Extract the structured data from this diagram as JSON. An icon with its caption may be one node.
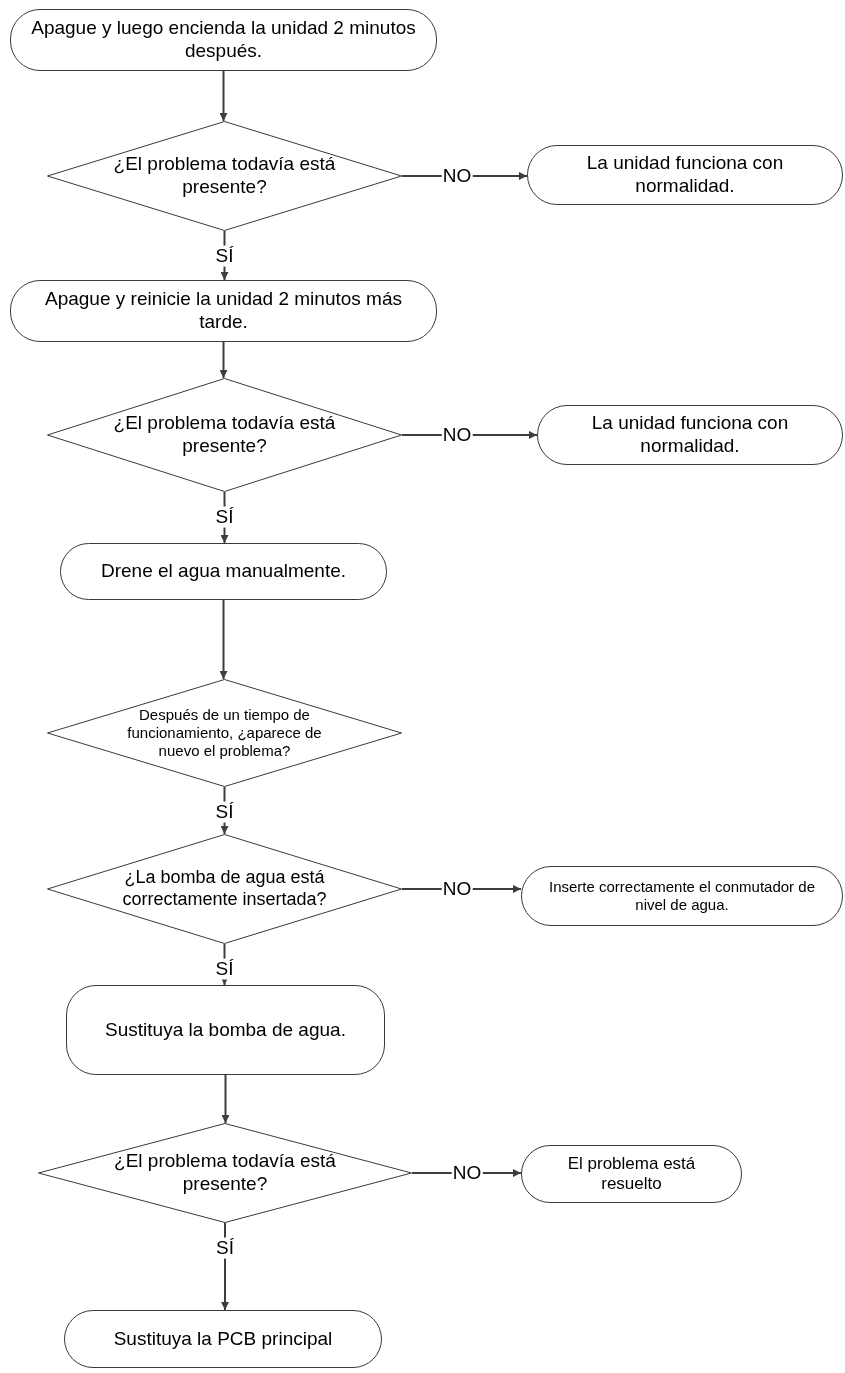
{
  "diagram": {
    "nodes": [
      {
        "text": [
          "Apague y luego encienda la unidad 2 minutos después."
        ]
      },
      {
        "text": [
          "¿El problema todavía está presente?"
        ]
      },
      {
        "text": [
          "La unidad funciona con normalidad."
        ]
      },
      {
        "text": [
          "Apague y reinicie la unidad 2 minutos más tarde."
        ]
      },
      {
        "text": [
          "¿El problema todavía está presente?"
        ]
      },
      {
        "text": [
          "La unidad funciona con normalidad."
        ]
      },
      {
        "text": [
          "Drene el agua manualmente."
        ]
      },
      {
        "text": [
          "Después de un tiempo de funcionamiento, ¿aparece de nuevo el problema?"
        ]
      },
      {
        "text": [
          "¿La bomba de agua está correctamente insertada?"
        ]
      },
      {
        "text": [
          "Inserte correctamente el conmutador de nivel de agua."
        ]
      },
      {
        "text": [
          "Sustituya la bomba de agua."
        ]
      },
      {
        "text": [
          "¿El problema todavía está presente?"
        ]
      },
      {
        "text": [
          "El problema está resuelto"
        ]
      },
      {
        "text": [
          "Sustituya la PCB principal"
        ]
      }
    ],
    "edges": [
      {
        "from": 0,
        "to": 1,
        "arrow": "to"
      },
      {
        "from": 1,
        "to": 2,
        "arrow": "to",
        "label": "NO"
      },
      {
        "from": 1,
        "to": 3,
        "arrow": "to",
        "label": "SÍ"
      },
      {
        "from": 3,
        "to": 4,
        "arrow": "to"
      },
      {
        "from": 4,
        "to": 5,
        "arrow": "to",
        "label": "NO"
      },
      {
        "from": 4,
        "to": 6,
        "arrow": "to",
        "label": "SÍ"
      },
      {
        "from": 6,
        "to": 7,
        "arrow": "to"
      },
      {
        "from": 7,
        "to": 8,
        "arrow": "to",
        "label": "SÍ"
      },
      {
        "from": 8,
        "to": 9,
        "arrow": "to",
        "label": "NO"
      },
      {
        "from": 8,
        "to": 10,
        "arrow": "to",
        "label": "SÍ"
      },
      {
        "from": 10,
        "to": 11,
        "arrow": "to"
      },
      {
        "from": 11,
        "to": 12,
        "arrow": "to",
        "label": "NO"
      },
      {
        "from": 11,
        "to": 13,
        "arrow": "to",
        "label": "SÍ"
      }
    ]
  }
}
